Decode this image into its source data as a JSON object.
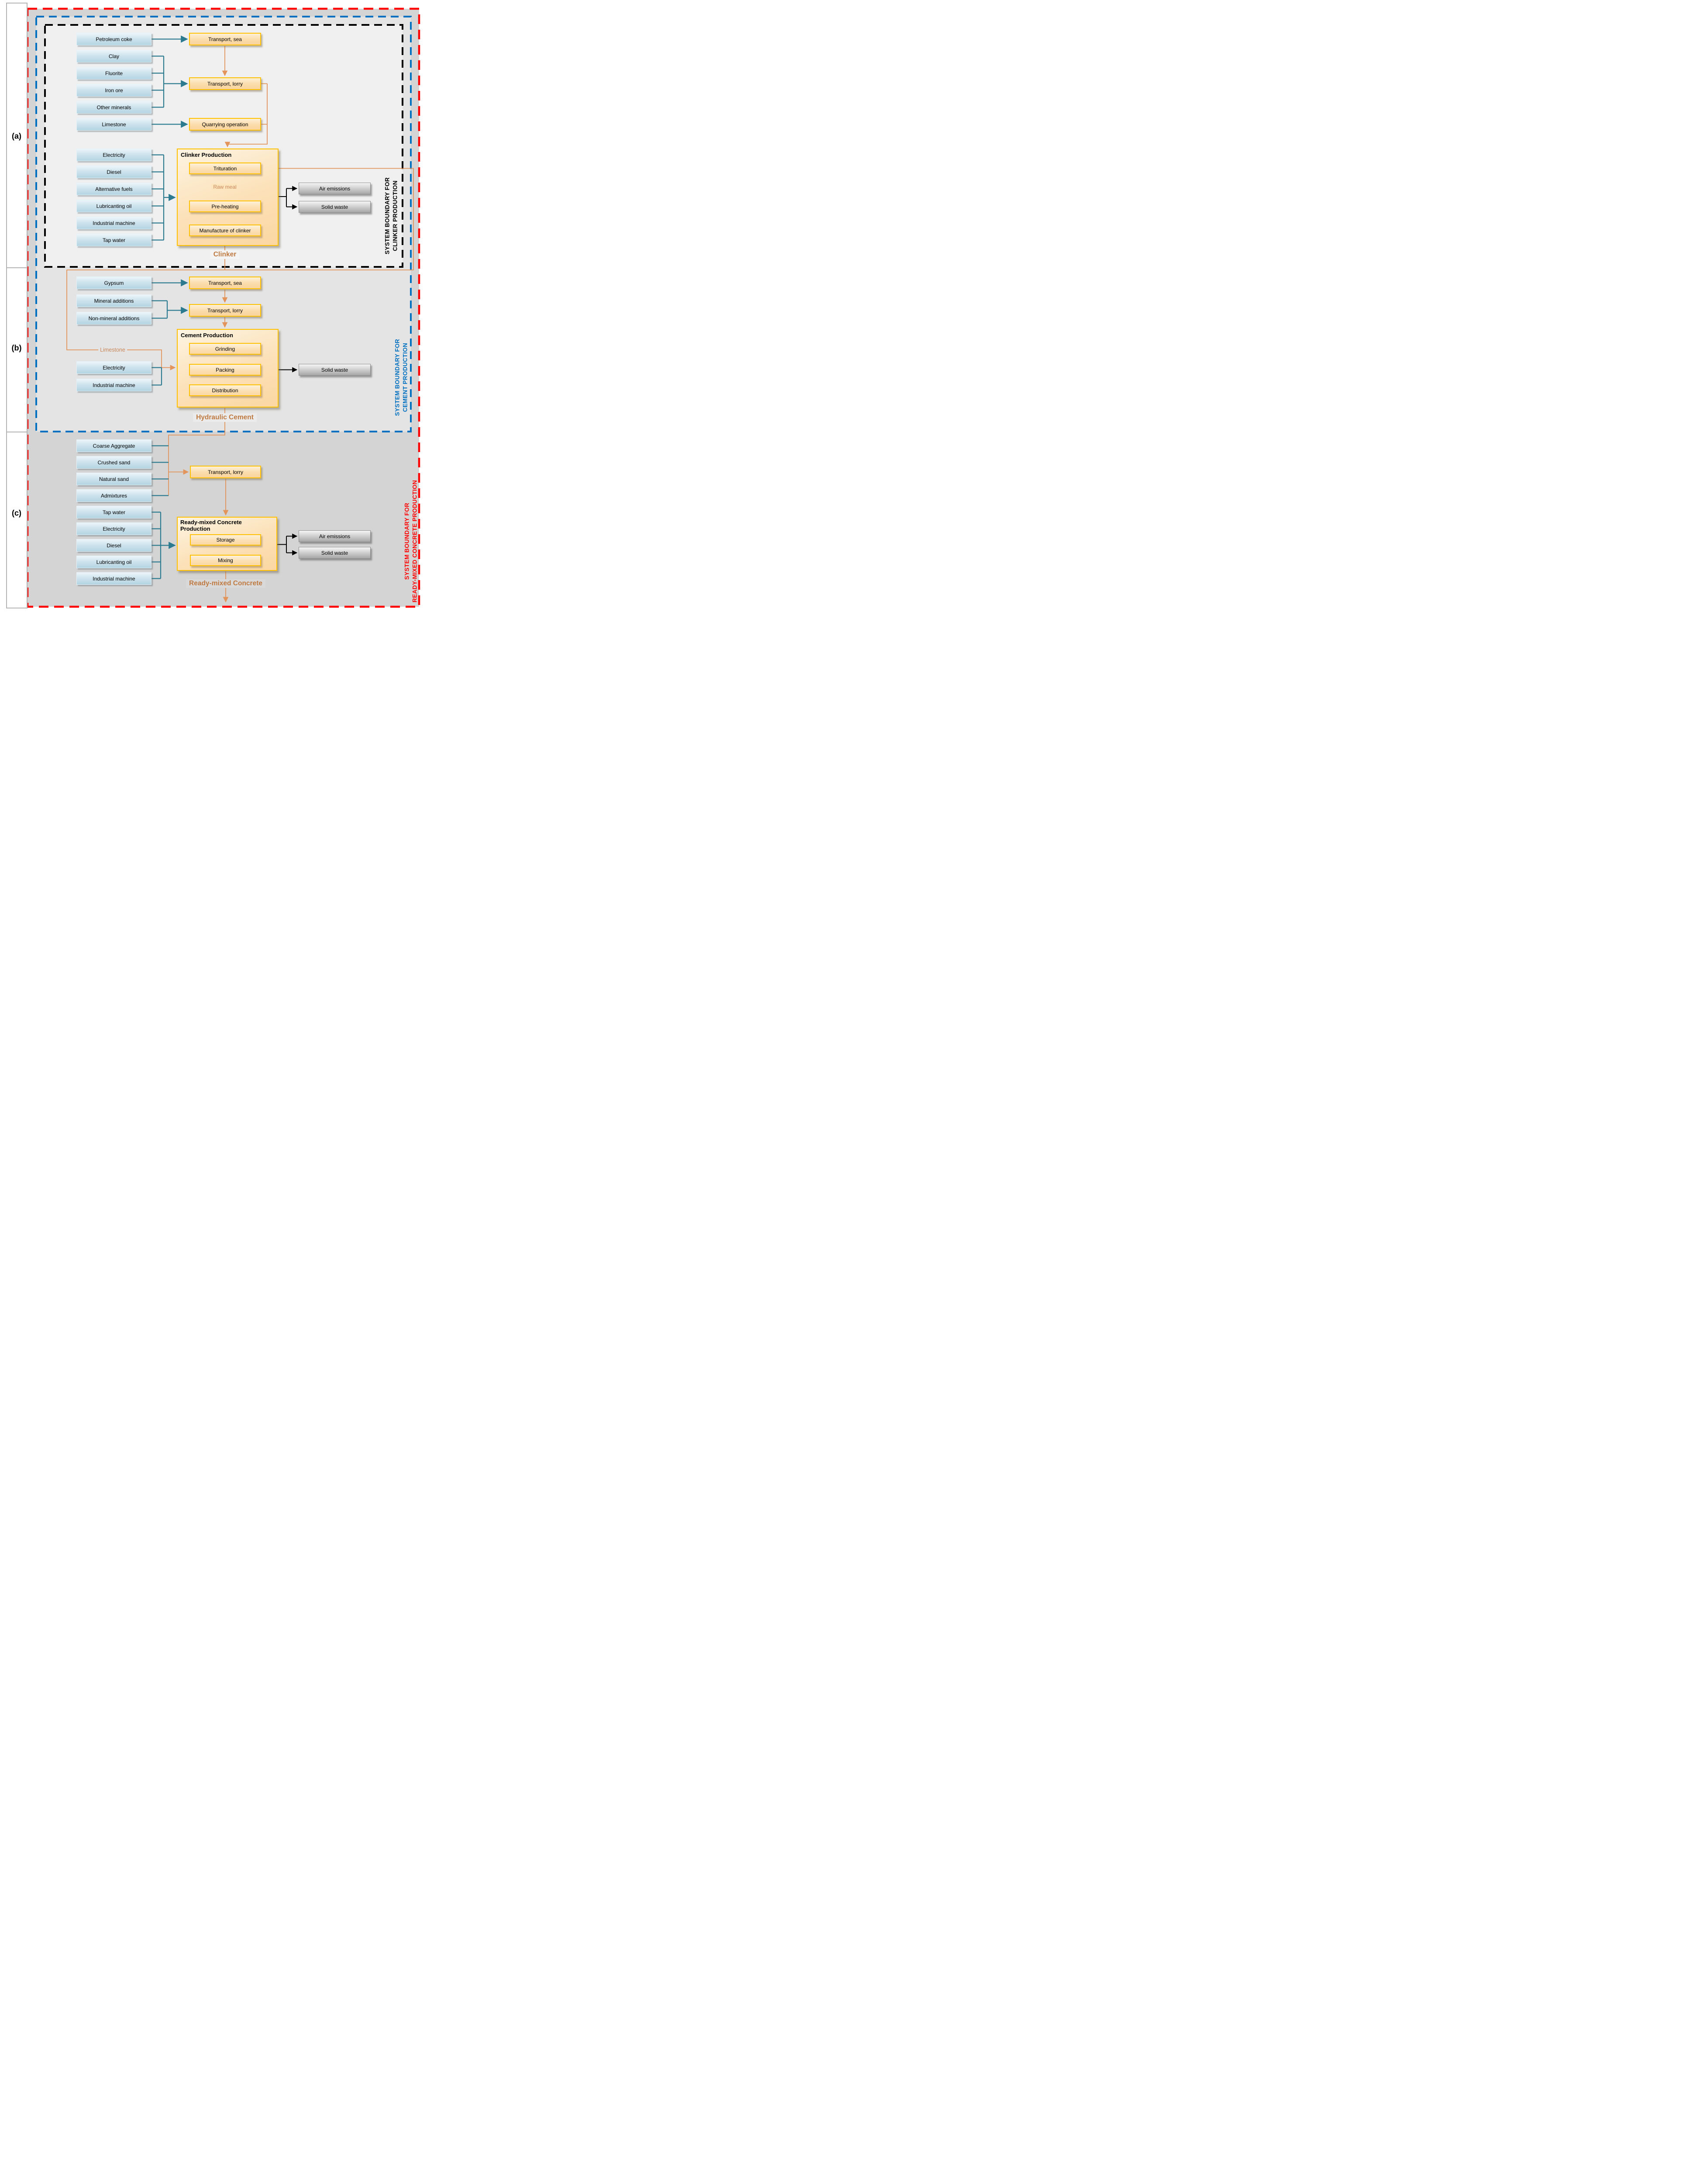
{
  "figure": {
    "kind": "life-cycle system boundary flow diagram"
  },
  "panels": {
    "a": "(a)",
    "b": "(b)",
    "c": "(c)"
  },
  "colors": {
    "material_flow_teal": "#2B7A8F",
    "process_flow_orange": "#E2945B",
    "process_border_gold": "#FFC000",
    "clinker_boundary": "#000000",
    "cement_boundary": "#0070C0",
    "concrete_boundary": "#FF0000",
    "product_label_brown": "#BF7A41"
  },
  "clinker_section": {
    "boundary": {
      "l1": "SYSTEM BOUNDARY FOR",
      "l2": "CLINKER PRODUCTION"
    },
    "materials": [
      "Petroleum coke",
      "Clay",
      "Fluorite",
      "Iron ore",
      "Other minerals",
      "Limestone"
    ],
    "energy": [
      "Electricity",
      "Diesel",
      "Alternative fuels",
      "Lubricanting oil",
      "Industrial machine",
      "Tap water"
    ],
    "transport_sea": "Transport, sea",
    "transport_lorry": "Transport, lorry",
    "quarrying": "Quarrying operation",
    "production_title": "Clinker Production",
    "steps": [
      "Trituration",
      "Pre-heating",
      "Manufacture of clinker"
    ],
    "raw_meal": "Raw meal",
    "outputs": [
      "Air emissions",
      "Solid waste"
    ],
    "product": "Clinker"
  },
  "cement_section": {
    "boundary": {
      "l1": "SYSTEM BOUNDARY FOR",
      "l2": "CEMENT PRODUCTION"
    },
    "materials": [
      "Gypsum",
      "Mineral additions",
      "Non-mineral additions"
    ],
    "energy": [
      "Electricity",
      "Industrial machine"
    ],
    "transport_sea": "Transport, sea",
    "transport_lorry": "Transport, lorry",
    "limestone_flow": "Limestone",
    "production_title": "Cement Production",
    "steps": [
      "Grinding",
      "Packing",
      "Distribution"
    ],
    "outputs": [
      "Solid waste"
    ],
    "product": "Hydraulic Cement"
  },
  "concrete_section": {
    "boundary": {
      "l1": "SYSTEM BOUNDARY FOR",
      "l2": "READY-MIXED CONCRETE PRODUCTION"
    },
    "materials": [
      "Coarse Aggregate",
      "Crushed sand",
      "Natural sand",
      "Admixtures"
    ],
    "energy": [
      "Tap water",
      "Electricity",
      "Diesel",
      "Lubricanting oil",
      "Industrial machine"
    ],
    "transport_lorry": "Transport, lorry",
    "production_title_l1": "Ready-mixed Concrete",
    "production_title_l2": "Production",
    "steps": [
      "Storage",
      "Mixing"
    ],
    "outputs": [
      "Air emissions",
      "Solid waste"
    ],
    "product": "Ready-mixed Concrete"
  }
}
